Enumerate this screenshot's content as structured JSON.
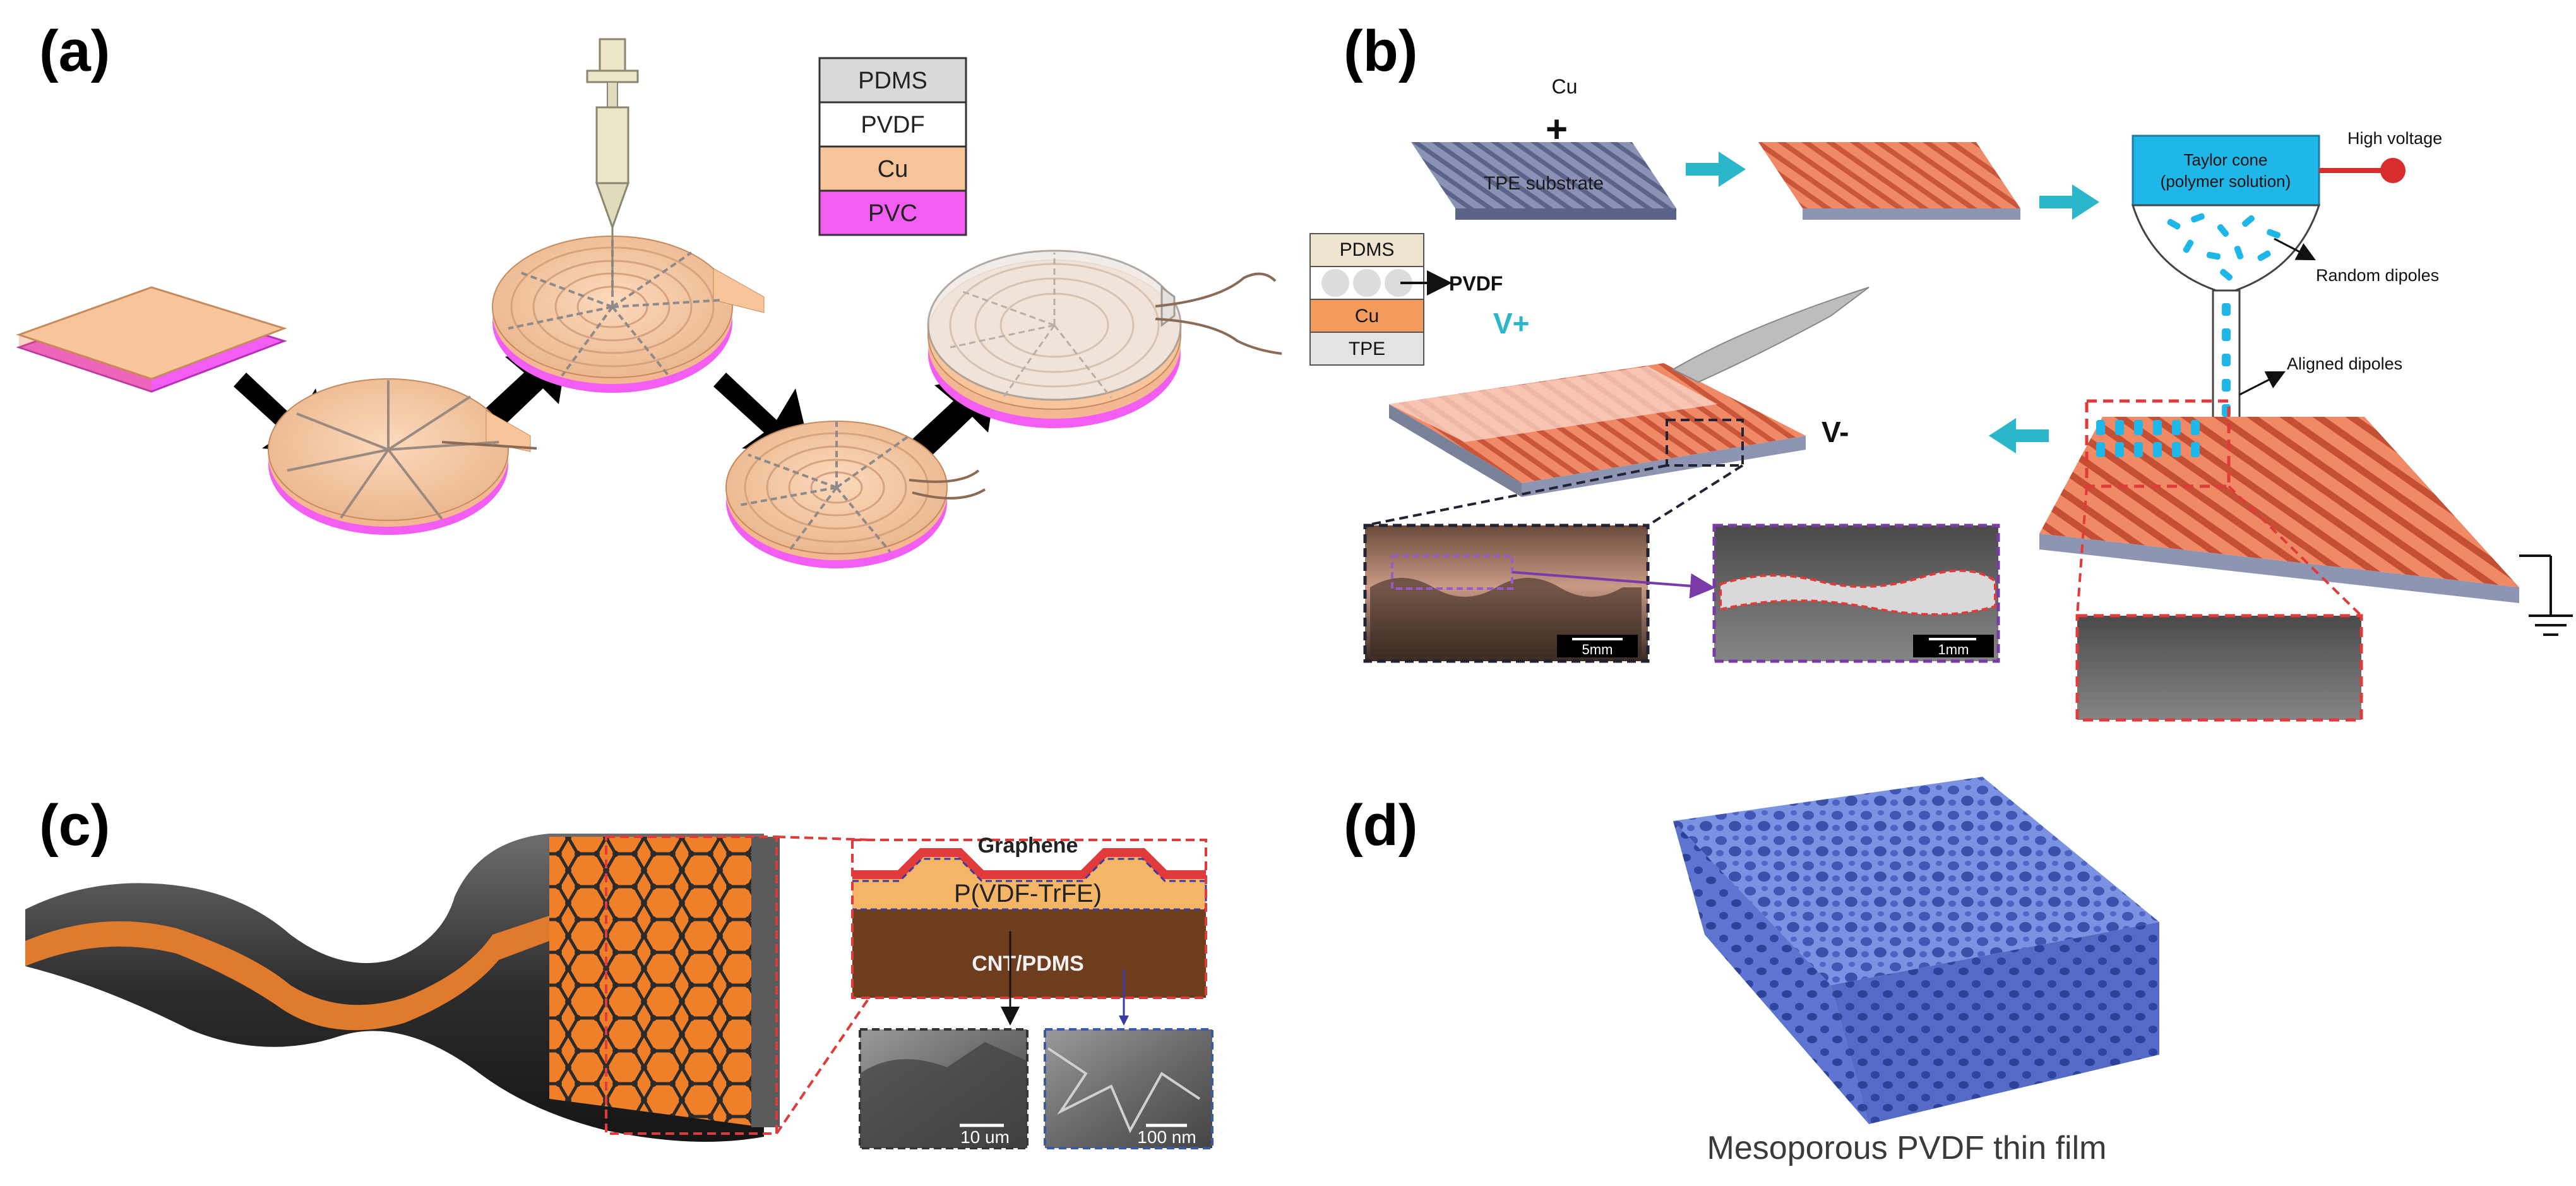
{
  "panels": {
    "a": {
      "label": "(a)",
      "legend": [
        "PDMS",
        "PVDF",
        "Cu",
        "PVC"
      ],
      "legend_colors": [
        "#d9d9d9",
        "#ffffff",
        "#f8c49a",
        "#f25ef2"
      ]
    },
    "b": {
      "label": "(b)",
      "cu": "Cu",
      "plus": "+",
      "tpe_substrate": "TPE substrate",
      "taylor_cone": "Taylor cone",
      "polymer_solution": "(polymer solution)",
      "high_voltage": "High voltage",
      "random_dipoles": "Random dipoles",
      "aligned_dipoles": "Aligned dipoles",
      "layers": [
        "PDMS",
        "",
        "Cu",
        "TPE"
      ],
      "layer_arrow_label": "PVDF",
      "v_plus": "V+",
      "v_minus": "V-",
      "scale_5mm": "5mm",
      "scale_1mm": "1mm"
    },
    "c": {
      "label": "(c)",
      "graphene": "Graphene",
      "pvdf_trfe": "P(VDF-TrFE)",
      "cnt_pdms": "CNT/PDMS",
      "scale_10um": "10 um",
      "scale_100nm": "100 nm"
    },
    "d": {
      "label": "(d)",
      "caption": "Mesoporous PVDF thin film"
    }
  },
  "colors": {
    "copper": "#f8c49a",
    "pvc": "#f25ef2",
    "orange_film": "#ef7a52",
    "taylor_blue": "#1fb6e8",
    "arrow_teal": "#2bb7c9",
    "mesoporous_blue": "#6f86dc",
    "graphene_orange": "#f07f2a",
    "cnt_brown": "#6e3d1e"
  }
}
